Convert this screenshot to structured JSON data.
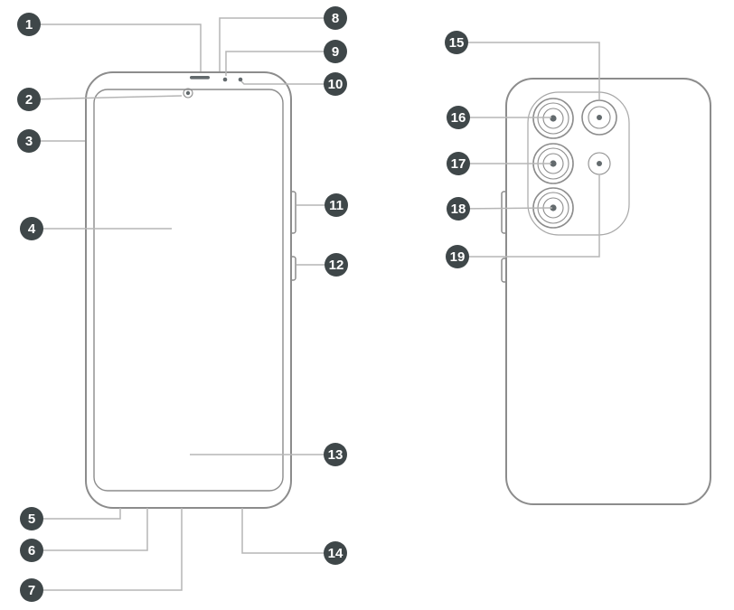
{
  "page": {
    "background": "#ffffff"
  },
  "style": {
    "badge_fill": "#3f4749",
    "badge_text": "#ffffff",
    "line_color": "#b5b5b5",
    "outline_color": "#8c8c8c",
    "island_color": "#a8a8a8",
    "detail_color": "#636a6d"
  },
  "callouts": [
    {
      "label": "1"
    },
    {
      "label": "2"
    },
    {
      "label": "3"
    },
    {
      "label": "4"
    },
    {
      "label": "5"
    },
    {
      "label": "6"
    },
    {
      "label": "7"
    },
    {
      "label": "8"
    },
    {
      "label": "9"
    },
    {
      "label": "10"
    },
    {
      "label": "11"
    },
    {
      "label": "12"
    },
    {
      "label": "13"
    },
    {
      "label": "14"
    },
    {
      "label": "15"
    },
    {
      "label": "16"
    },
    {
      "label": "17"
    },
    {
      "label": "18"
    },
    {
      "label": "19"
    }
  ]
}
